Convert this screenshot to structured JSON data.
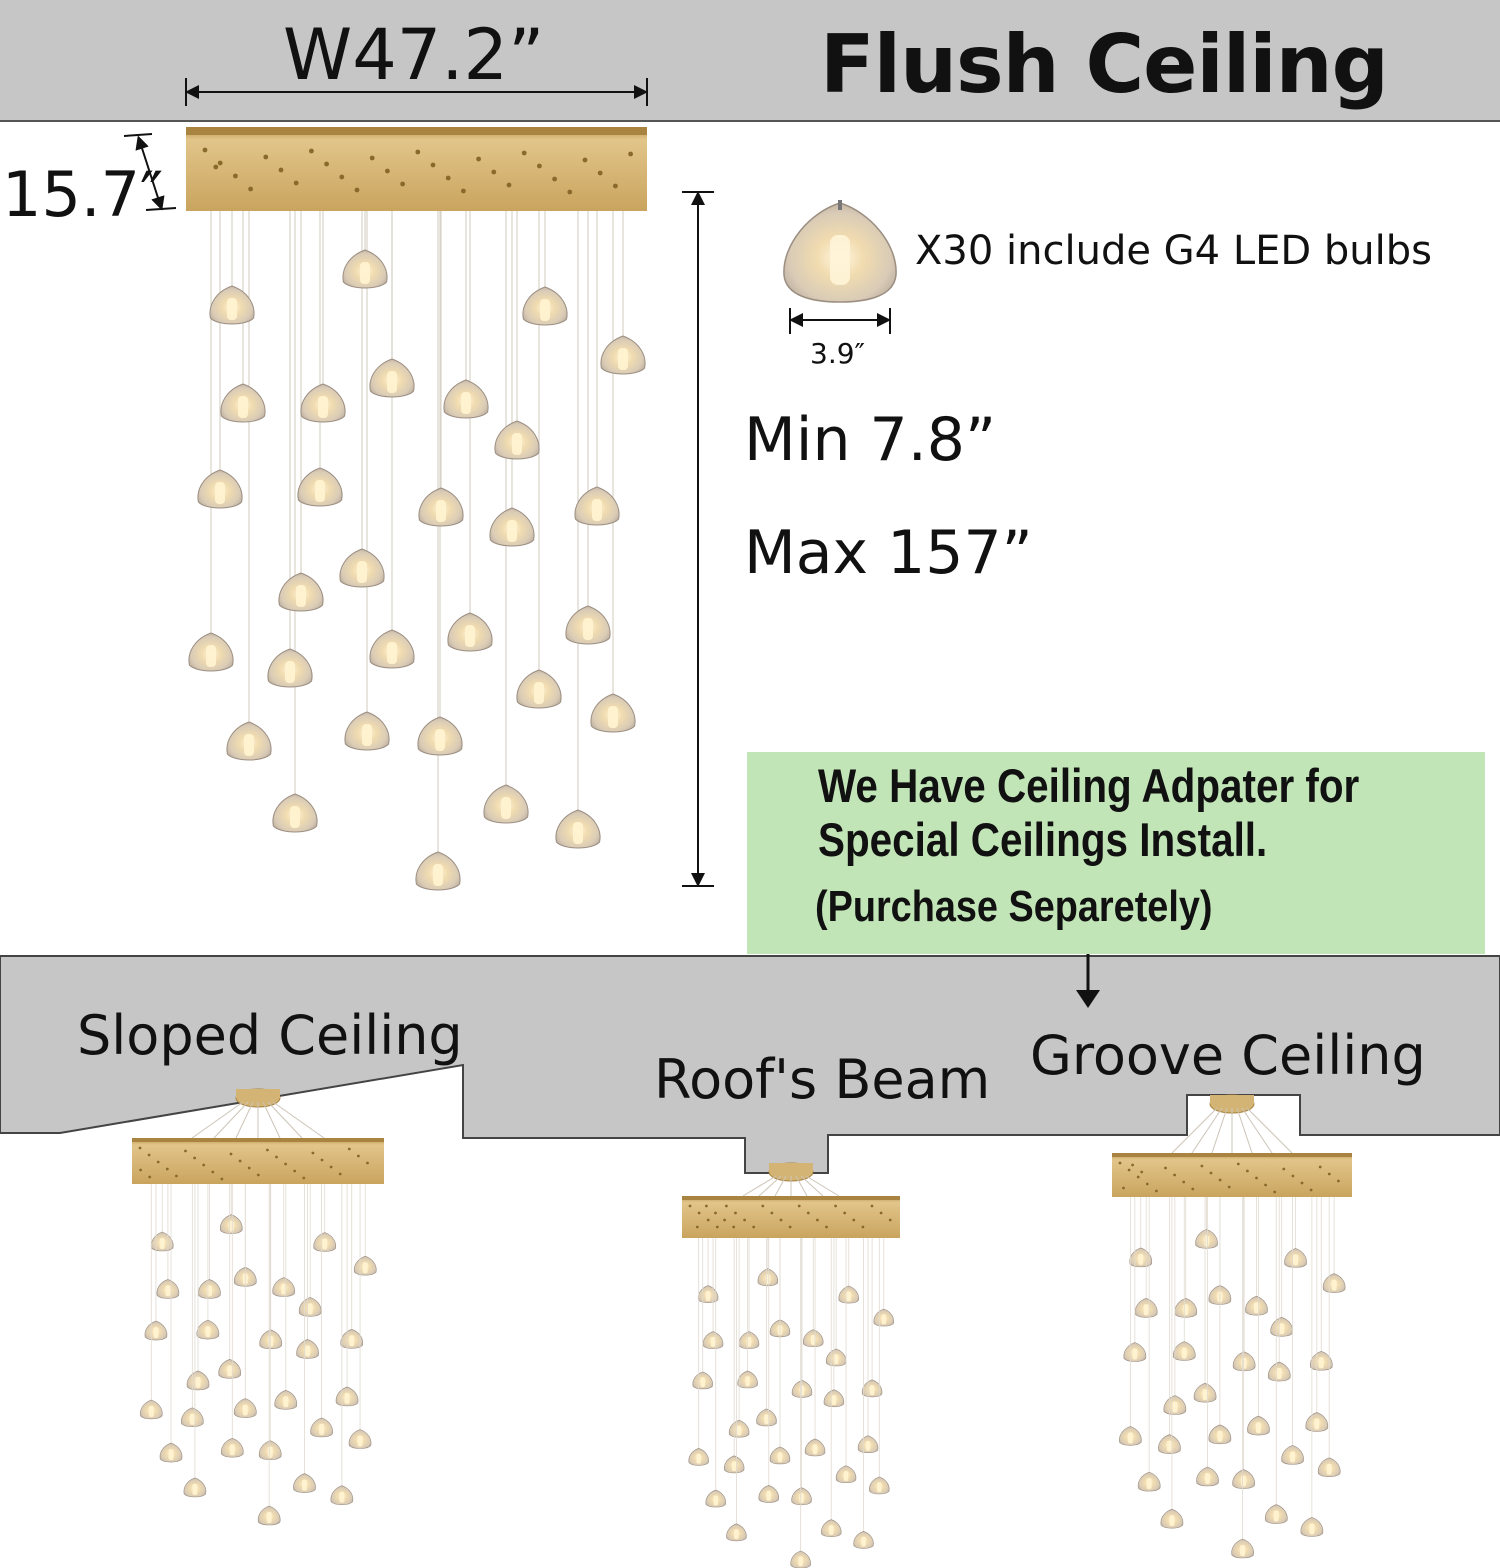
{
  "title": "Flush Ceiling",
  "dimensions": {
    "width": "W47.2”",
    "canopy_height": "15.7″",
    "bulb_diameter": "3.9″",
    "min_length": "Min 7.8”",
    "max_length": "Max 157”"
  },
  "bulb_note": "X30 include G4 LED bulbs",
  "adapter_note": {
    "line1": "We Have Ceiling Adpater for",
    "line2": "Special Ceilings Install.",
    "line3": "(Purchase Separetely)"
  },
  "ceiling_types": {
    "sloped": "Sloped Ceiling",
    "beam": "Roof's Beam",
    "groove": "Groove Ceiling"
  },
  "colors": {
    "ceiling_gray": "#c6c6c6",
    "gold": "#c9a560",
    "note_green": "#c2e5b8"
  },
  "bulb_count": 30
}
